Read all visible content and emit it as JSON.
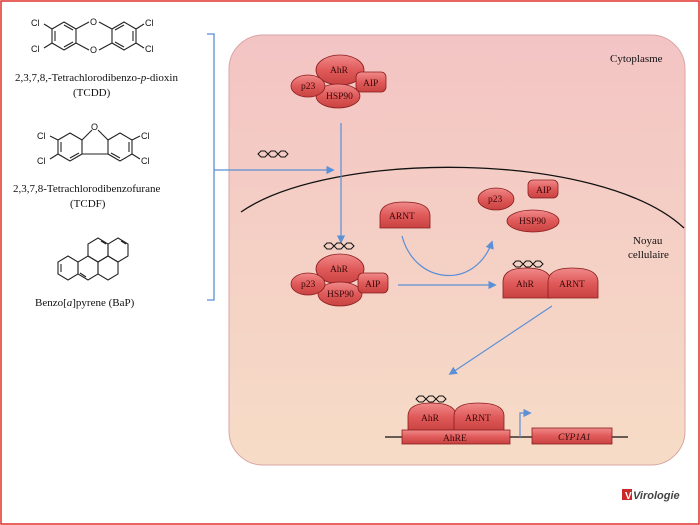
{
  "compartments": {
    "cytoplasm": "Cytoplasme",
    "nucleus_line1": "Noyau",
    "nucleus_line2": "cellulaire"
  },
  "ligands": [
    {
      "name_prefix": "2,3,7,8,-Tetrachlorodibenzo-",
      "name_italic": "p",
      "name_suffix": "-dioxin",
      "abbr": "(TCDD)"
    },
    {
      "name": "2,3,7,8-Tetrachlorodibenzofurane",
      "abbr": "(TCDF)"
    },
    {
      "name_prefix": "Benzo[",
      "name_italic": "a",
      "name_suffix": "]pyrene (BaP)"
    }
  ],
  "atoms": {
    "chlorine": "Cl",
    "oxygen": "O"
  },
  "proteins": {
    "ahr": "AhR",
    "p23": "p23",
    "hsp90": "HSP90",
    "aip": "AIP",
    "arnt": "ARNT"
  },
  "dna": {
    "element": "AhRE",
    "gene": "CYP1A1"
  },
  "logo": "Virologie",
  "colors": {
    "frame": "#e0302a",
    "cell_top": "#f4c7c7",
    "cell_bottom": "#f6ddc8",
    "protein": "#e25c5c",
    "arrow": "#5b8fd6"
  }
}
